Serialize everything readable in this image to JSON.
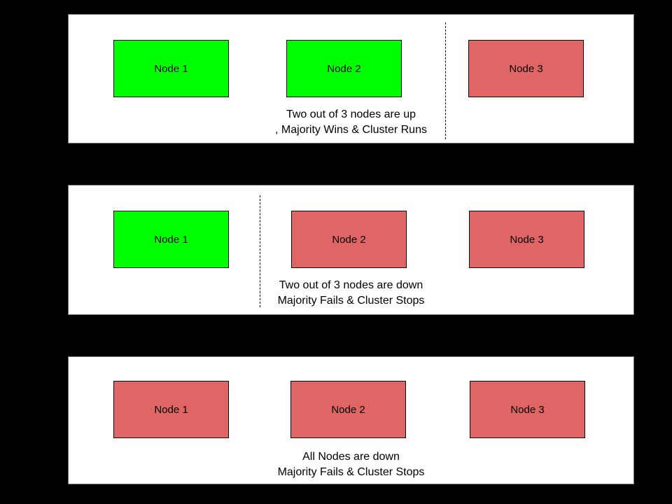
{
  "colors": {
    "node_up": "#00ff00",
    "node_down": "#e06666",
    "panel_background": "#ffffff",
    "page_background": "#000000",
    "node_border": "#000000",
    "text": "#000000"
  },
  "panels": [
    {
      "id": "scenario-two-nodes-up",
      "nodes": [
        {
          "label": "Node 1",
          "status": "up"
        },
        {
          "label": "Node 2",
          "status": "up"
        },
        {
          "label": "Node 3",
          "status": "down"
        }
      ],
      "divider": {
        "present": true,
        "position": "between Node 2 and Node 3"
      },
      "caption_line1": "Two out of 3 nodes are up",
      "caption_line2": ", Majority Wins & Cluster Runs"
    },
    {
      "id": "scenario-two-nodes-down",
      "nodes": [
        {
          "label": "Node 1",
          "status": "up"
        },
        {
          "label": "Node 2",
          "status": "down"
        },
        {
          "label": "Node 3",
          "status": "down"
        }
      ],
      "divider": {
        "present": true,
        "position": "between Node 1 and Node 2"
      },
      "caption_line1": "Two out of 3 nodes are down",
      "caption_line2": "Majority Fails & Cluster Stops"
    },
    {
      "id": "scenario-all-nodes-down",
      "nodes": [
        {
          "label": "Node 1",
          "status": "down"
        },
        {
          "label": "Node 2",
          "status": "down"
        },
        {
          "label": "Node 3",
          "status": "down"
        }
      ],
      "divider": {
        "present": false,
        "position": ""
      },
      "caption_line1": "All Nodes are down",
      "caption_line2": "Majority Fails & Cluster Stops"
    }
  ]
}
